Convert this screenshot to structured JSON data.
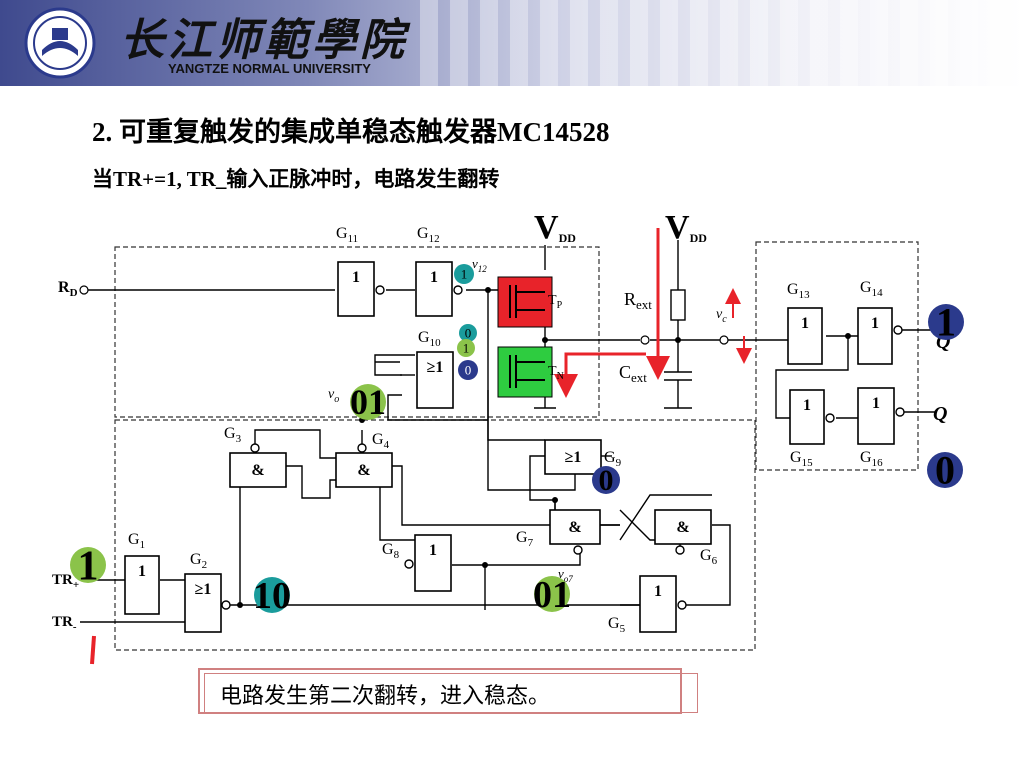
{
  "header": {
    "university_cn": "长江师範學院",
    "university_en": "YANGTZE NORMAL UNIVERSITY",
    "logo_icon": "university-emblem-icon"
  },
  "slide": {
    "title": "2. 可重复触发的集成单稳态触发器MC14528",
    "subtitle": "当TR+=1, TR_输入正脉冲时，电路发生翻转",
    "caption": "电路发生第二次翻转，进入稳态。"
  },
  "diagram": {
    "gates": {
      "G1": {
        "name": "G",
        "sub": "1",
        "symbol": "1"
      },
      "G2": {
        "name": "G",
        "sub": "2",
        "symbol": "≥1"
      },
      "G3": {
        "name": "G",
        "sub": "3",
        "symbol": "&"
      },
      "G4": {
        "name": "G",
        "sub": "4",
        "symbol": "&"
      },
      "G5": {
        "name": "G",
        "sub": "5",
        "symbol": "1"
      },
      "G6": {
        "name": "G",
        "sub": "6",
        "symbol": "&"
      },
      "G7": {
        "name": "G",
        "sub": "7",
        "symbol": "&"
      },
      "G8": {
        "name": "G",
        "sub": "8",
        "symbol": "1"
      },
      "G9": {
        "name": "G",
        "sub": "9",
        "symbol": "≥1"
      },
      "G10": {
        "name": "G",
        "sub": "10",
        "symbol": "≥1"
      },
      "G11": {
        "name": "G",
        "sub": "11",
        "symbol": "1"
      },
      "G12": {
        "name": "G",
        "sub": "12",
        "symbol": "1"
      },
      "G13": {
        "name": "G",
        "sub": "13",
        "symbol": "1"
      },
      "G14": {
        "name": "G",
        "sub": "14",
        "symbol": "1"
      },
      "G15": {
        "name": "G",
        "sub": "15",
        "symbol": "1"
      },
      "G16": {
        "name": "G",
        "sub": "16",
        "symbol": "1"
      }
    },
    "labels": {
      "rd": {
        "main": "R",
        "sub": "D"
      },
      "vdd": {
        "main": "V",
        "sub": "DD"
      },
      "rext": {
        "main": "R",
        "sub": "ext"
      },
      "cext": {
        "main": "C",
        "sub": "ext"
      },
      "tp": {
        "main": "T",
        "sub": "P"
      },
      "tn": {
        "main": "T",
        "sub": "N"
      },
      "vc": {
        "main": "v",
        "sub": "c"
      },
      "v12": {
        "main": "v",
        "sub": "12"
      },
      "vo": {
        "main": "v",
        "sub": "o"
      },
      "vo7": {
        "main": "v",
        "sub": "o7"
      },
      "trplus": {
        "main": "TR",
        "sub": "+"
      },
      "trminus": {
        "main": "TR",
        "sub": "-"
      },
      "q": "Q",
      "qbar": "Q"
    },
    "state_markers": {
      "g12_out": "1",
      "g10_in_top": "0",
      "g10_in_mid": "1",
      "g10_in_bot": "0",
      "vo_value": "01",
      "g9_out": "0",
      "g2_out": "10",
      "vo7_value": "01",
      "trplus_value": "1",
      "qbar_value": "1",
      "q_value": "0"
    },
    "colors": {
      "tp_fill": "#e8232a",
      "tn_fill": "#2ecc40",
      "arrow": "#e8232a",
      "marker_teal": "#1a9c9c",
      "marker_green": "#8bc34a",
      "marker_navy": "#2b3a8c"
    }
  }
}
